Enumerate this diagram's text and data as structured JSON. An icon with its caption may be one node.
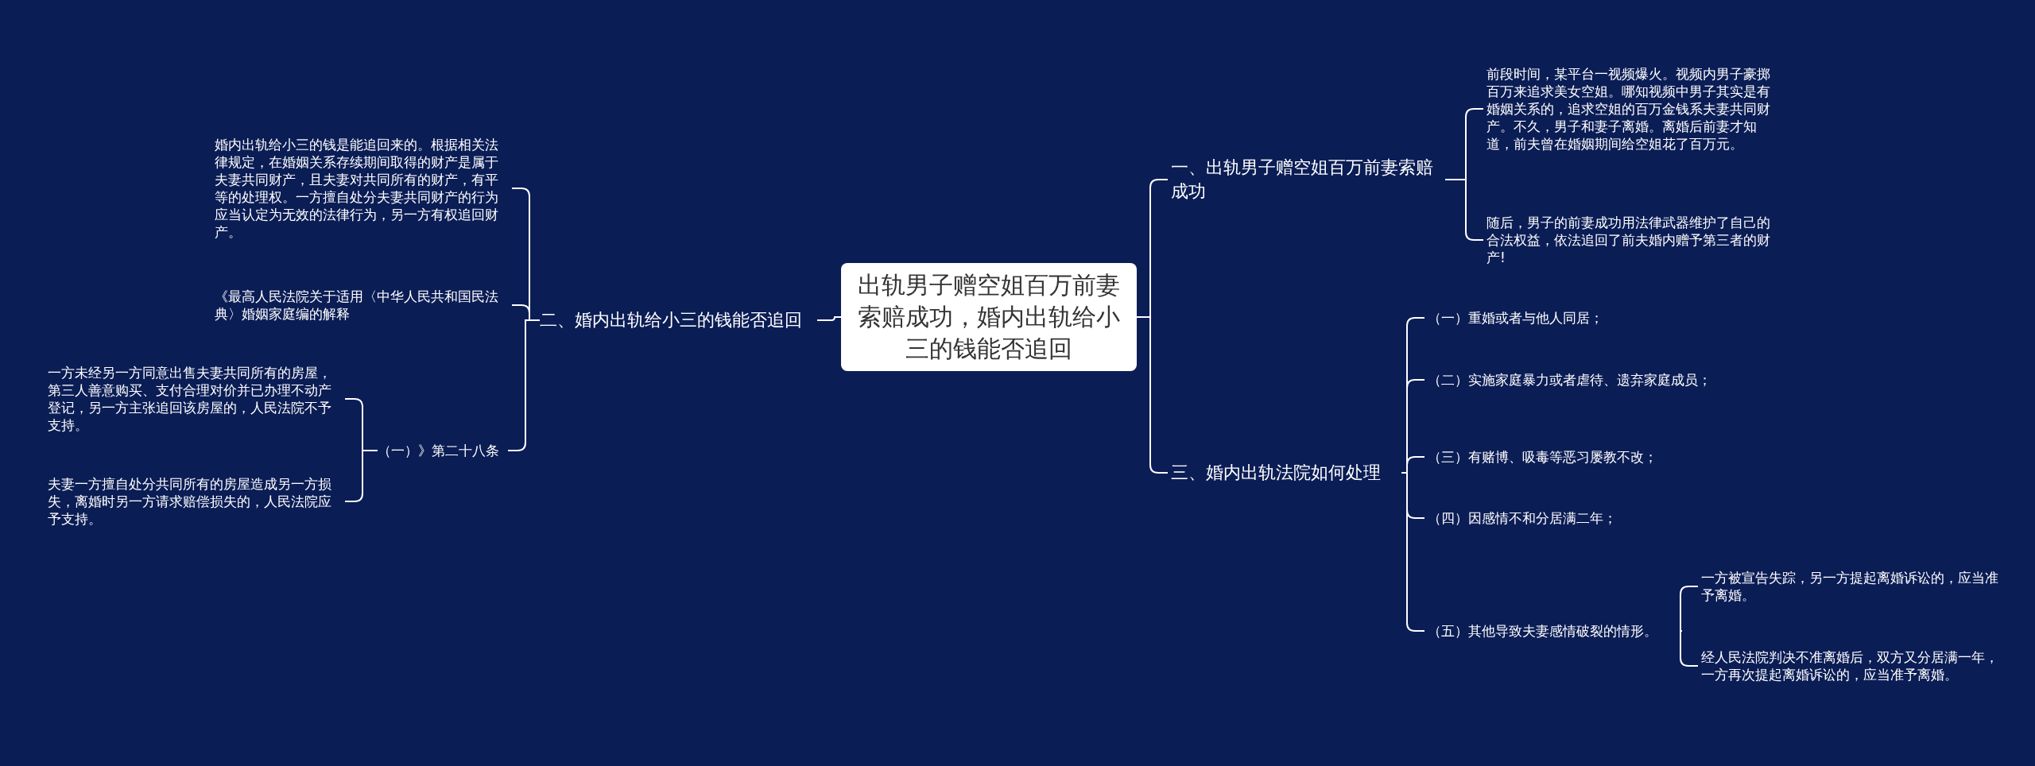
{
  "diagram": {
    "nodes": [
      {
        "text": [
          "出轨男子赠空姐百万前妻索赔成功，婚内出轨给小三的钱能否追回"
        ]
      },
      {
        "text": [
          "一、出轨男子赠空姐百万前妻索赔成功"
        ]
      },
      {
        "text": [
          "前段时间，某平台一视频爆火。视频内男子豪掷百万来追求美女空姐。哪知视频中男子其实是有婚姻关系的，追求空姐的百万金钱系夫妻共同财产。不久，男子和妻子离婚。离婚后前妻才知道，前夫曾在婚姻期间给空姐花了百万元。"
        ]
      },
      {
        "text": [
          "随后，男子的前妻成功用法律武器维护了自己的合法权益，依法追回了前夫婚内赠予第三者的财产!"
        ]
      },
      {
        "text": [
          "三、婚内出轨法院如何处理"
        ]
      },
      {
        "text": [
          "（一）重婚或者与他人同居；"
        ]
      },
      {
        "text": [
          "（二）实施家庭暴力或者虐待、遗弃家庭成员；"
        ]
      },
      {
        "text": [
          "（三）有赌博、吸毒等恶习屡教不改；"
        ]
      },
      {
        "text": [
          "（四）因感情不和分居满二年；"
        ]
      },
      {
        "text": [
          "（五）其他导致夫妻感情破裂的情形。"
        ]
      },
      {
        "text": [
          "一方被宣告失踪，另一方提起离婚诉讼的，应当准予离婚。"
        ]
      },
      {
        "text": [
          "经人民法院判决不准离婚后，双方又分居满一年，一方再次提起离婚诉讼的，应当准予离婚。"
        ]
      },
      {
        "text": [
          "二、婚内出轨给小三的钱能否追回"
        ]
      },
      {
        "text": [
          "婚内出轨给小三的钱是能追回来的。根据相关法律规定，在婚姻关系存续期间取得的财产是属于夫妻共同财产，且夫妻对共同所有的财产，有平等的处理权。一方擅自处分夫妻共同财产的行为应当认定为无效的法律行为，另一方有权追回财产。"
        ]
      },
      {
        "text": [
          "《最高人民法院关于适用〈中华人民共和国民法典〉婚姻家庭编的解释"
        ]
      },
      {
        "text": [
          "（一）》第二十八条"
        ]
      },
      {
        "text": [
          "一方未经另一方同意出售夫妻共同所有的房屋，第三人善意购买、支付合理对价并已办理不动产登记，另一方主张追回该房屋的，人民法院不予支持。"
        ]
      },
      {
        "text": [
          "夫妻一方擅自处分共同所有的房屋造成另一方损失，离婚时另一方请求赔偿损失的，人民法院应予支持。"
        ]
      }
    ],
    "edges": [
      {
        "from": 0,
        "to": 1,
        "arrow": "none"
      },
      {
        "from": 0,
        "to": 4,
        "arrow": "none"
      },
      {
        "from": 1,
        "to": 2,
        "arrow": "none"
      },
      {
        "from": 1,
        "to": 3,
        "arrow": "none"
      },
      {
        "from": 4,
        "to": 5,
        "arrow": "none"
      },
      {
        "from": 4,
        "to": 6,
        "arrow": "none"
      },
      {
        "from": 4,
        "to": 7,
        "arrow": "none"
      },
      {
        "from": 4,
        "to": 8,
        "arrow": "none"
      },
      {
        "from": 4,
        "to": 9,
        "arrow": "none"
      },
      {
        "from": 9,
        "to": 10,
        "arrow": "none"
      },
      {
        "from": 9,
        "to": 11,
        "arrow": "none"
      },
      {
        "from": 0,
        "to": 12,
        "arrow": "none"
      },
      {
        "from": 12,
        "to": 13,
        "arrow": "none"
      },
      {
        "from": 12,
        "to": 14,
        "arrow": "none"
      },
      {
        "from": 12,
        "to": 15,
        "arrow": "none"
      },
      {
        "from": 15,
        "to": 16,
        "arrow": "none"
      },
      {
        "from": 15,
        "to": 17,
        "arrow": "none"
      }
    ]
  }
}
